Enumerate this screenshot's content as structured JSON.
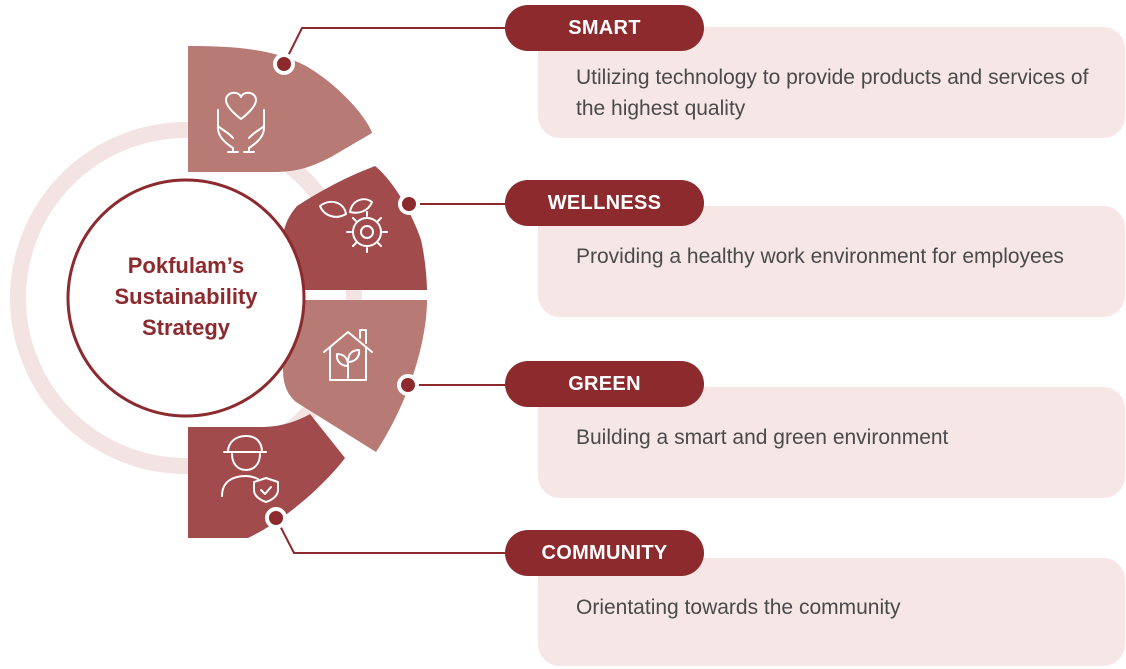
{
  "center": {
    "title_lines": [
      "Pokfulam’s",
      "Sustainability",
      "Strategy"
    ]
  },
  "pillars": [
    {
      "label": "SMART",
      "description": "Utilizing technology to provide products and services of the highest quality",
      "icon": "hands-heart-icon"
    },
    {
      "label": "WELLNESS",
      "description": "Providing a healthy work environment for employees",
      "icon": "leaf-gear-icon"
    },
    {
      "label": "GREEN",
      "description": "Building a smart and green environment",
      "icon": "house-plant-icon"
    },
    {
      "label": "COMMUNITY",
      "description": "Orientating towards the community",
      "icon": "worker-shield-icon"
    }
  ],
  "colors": {
    "dark": "#8c2a2e",
    "medium": "#a14b4d",
    "light": "#b77a74",
    "card": "#f6e6e6",
    "ring": "#f3e3e3"
  }
}
